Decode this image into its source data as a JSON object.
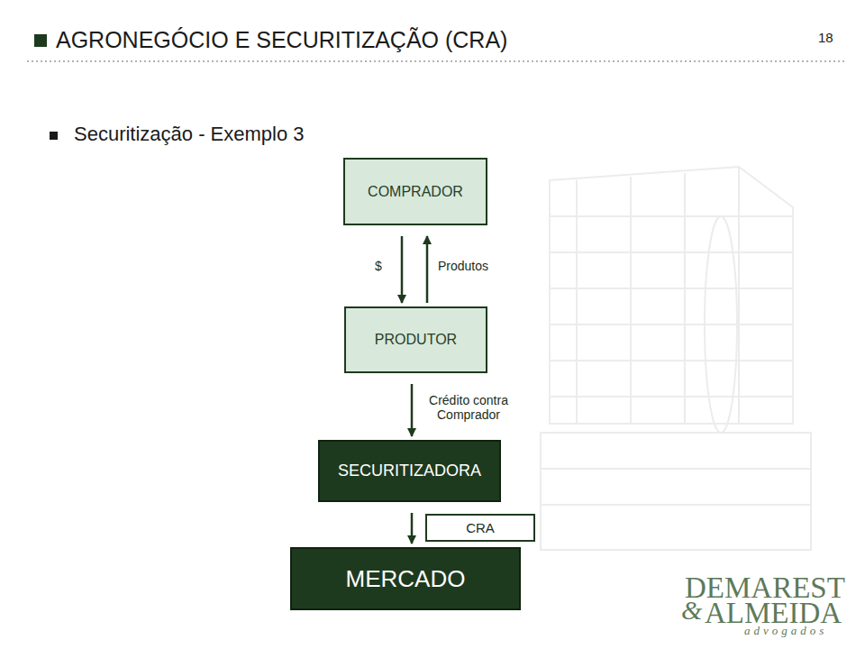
{
  "diagram": {
    "title": "AGRONEGÓCIO E SECURITIZAÇÃO (CRA)",
    "nodes": [
      {
        "text": [
          "COMPRADOR"
        ]
      },
      {
        "text": [
          "PRODUTOR"
        ]
      },
      {
        "text": [
          "SECURITIZADORA"
        ]
      },
      {
        "text": [
          "CRA"
        ]
      },
      {
        "text": [
          "MERCADO"
        ]
      }
    ],
    "edges": [
      {
        "from": 0,
        "to": 1,
        "label": "$",
        "arrow": "to"
      },
      {
        "from": 1,
        "to": 0,
        "label": "Produtos",
        "arrow": "to"
      },
      {
        "from": 1,
        "to": 2,
        "label": "Crédito contra Comprador",
        "arrow": "to"
      },
      {
        "from": 2,
        "to": 4,
        "arrow": "to"
      }
    ],
    "labels": [
      "18",
      "Securitização - Exemplo 3",
      "DEMAREST",
      "&",
      "ALMEIDA",
      "advogados"
    ]
  }
}
